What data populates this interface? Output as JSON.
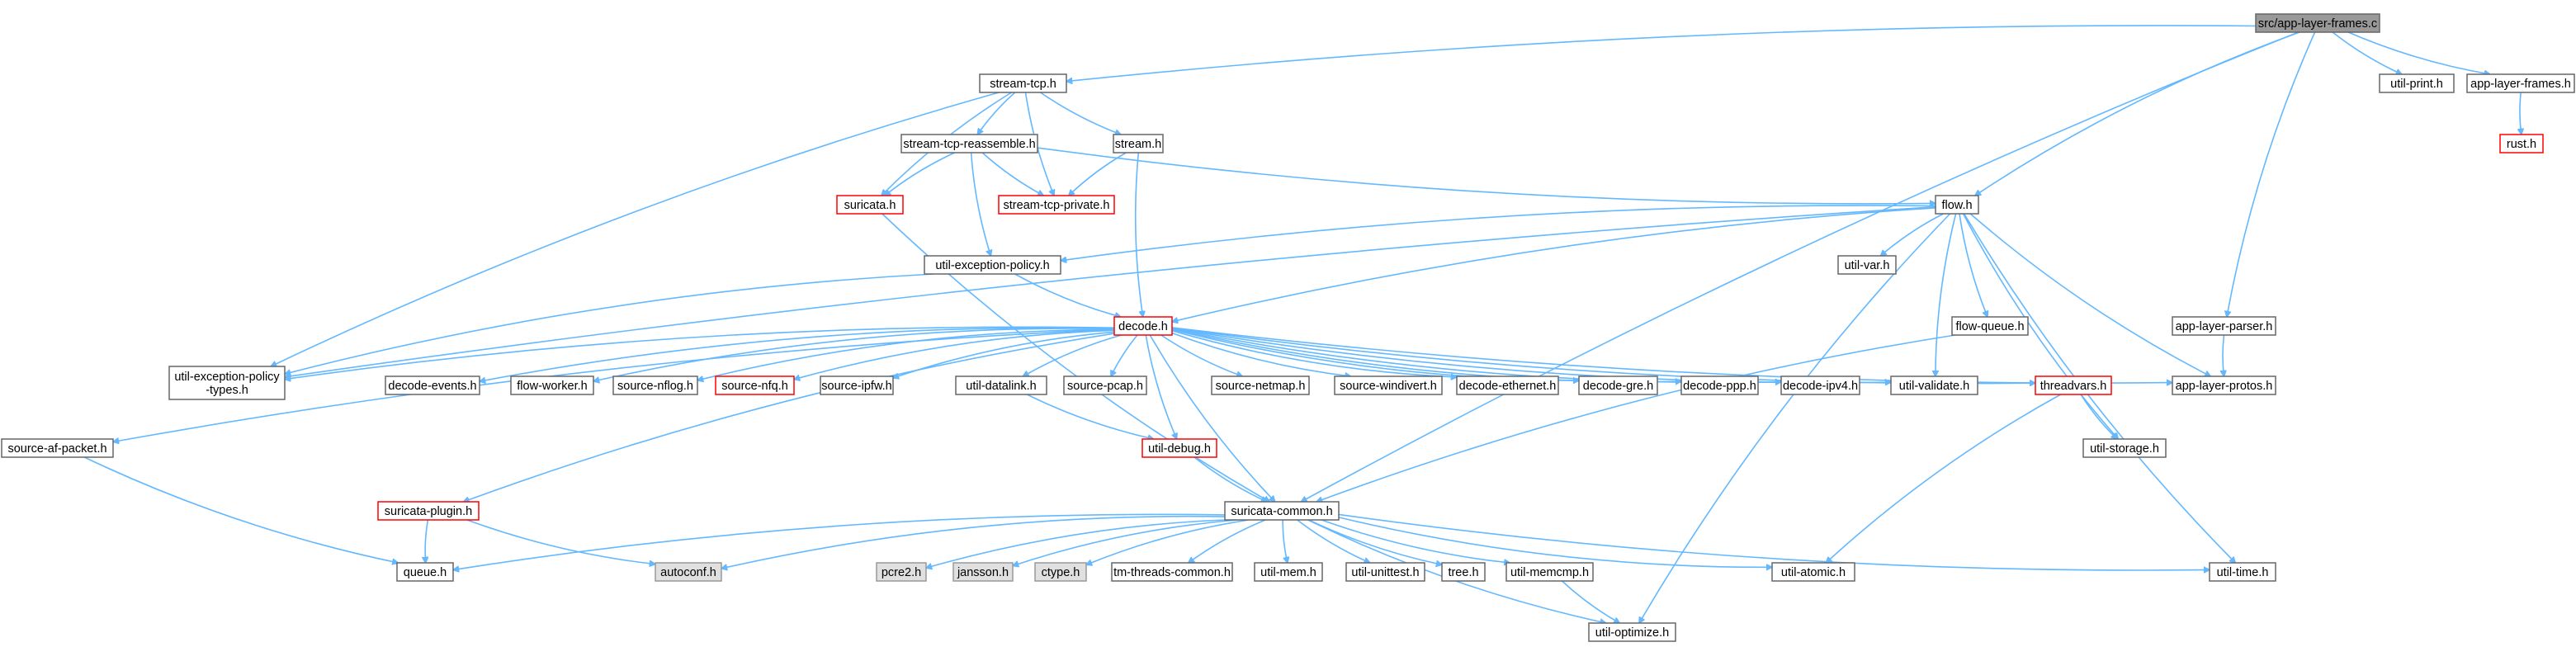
{
  "graph": {
    "root": "src/app-layer-frames.c",
    "nodes": [
      {
        "id": "root",
        "label": "src/app-layer-frames.c",
        "style": "root"
      },
      {
        "id": "stream_tcp",
        "label": "stream-tcp.h",
        "style": "normal"
      },
      {
        "id": "util_print",
        "label": "util-print.h",
        "style": "normal"
      },
      {
        "id": "app_layer_frames",
        "label": "app-layer-frames.h",
        "style": "normal"
      },
      {
        "id": "rust",
        "label": "rust.h",
        "style": "truncated"
      },
      {
        "id": "stream_tcp_reassemble",
        "label": "stream-tcp-reassemble.h",
        "style": "normal"
      },
      {
        "id": "stream",
        "label": "stream.h",
        "style": "normal"
      },
      {
        "id": "suricata",
        "label": "suricata.h",
        "style": "truncated"
      },
      {
        "id": "stream_tcp_private",
        "label": "stream-tcp-private.h",
        "style": "truncated"
      },
      {
        "id": "flow",
        "label": "flow.h",
        "style": "normal"
      },
      {
        "id": "util_exception_policy",
        "label": "util-exception-policy.h",
        "style": "normal"
      },
      {
        "id": "util_var",
        "label": "util-var.h",
        "style": "normal"
      },
      {
        "id": "decode",
        "label": "decode.h",
        "style": "truncated"
      },
      {
        "id": "flow_queue",
        "label": "flow-queue.h",
        "style": "normal"
      },
      {
        "id": "app_layer_parser",
        "label": "app-layer-parser.h",
        "style": "normal"
      },
      {
        "id": "util_exception_policy_types",
        "label": "util-exception-policy\n-types.h",
        "style": "normal"
      },
      {
        "id": "decode_events",
        "label": "decode-events.h",
        "style": "normal"
      },
      {
        "id": "flow_worker",
        "label": "flow-worker.h",
        "style": "normal"
      },
      {
        "id": "source_nflog",
        "label": "source-nflog.h",
        "style": "normal"
      },
      {
        "id": "source_nfq",
        "label": "source-nfq.h",
        "style": "truncated"
      },
      {
        "id": "source_ipfw",
        "label": "source-ipfw.h",
        "style": "normal"
      },
      {
        "id": "util_datalink",
        "label": "util-datalink.h",
        "style": "normal"
      },
      {
        "id": "source_pcap",
        "label": "source-pcap.h",
        "style": "normal"
      },
      {
        "id": "source_netmap",
        "label": "source-netmap.h",
        "style": "normal"
      },
      {
        "id": "source_windivert",
        "label": "source-windivert.h",
        "style": "normal"
      },
      {
        "id": "decode_ethernet",
        "label": "decode-ethernet.h",
        "style": "normal"
      },
      {
        "id": "decode_gre",
        "label": "decode-gre.h",
        "style": "normal"
      },
      {
        "id": "decode_ppp",
        "label": "decode-ppp.h",
        "style": "normal"
      },
      {
        "id": "decode_ipv4",
        "label": "decode-ipv4.h",
        "style": "normal"
      },
      {
        "id": "util_validate",
        "label": "util-validate.h",
        "style": "normal"
      },
      {
        "id": "threadvars",
        "label": "threadvars.h",
        "style": "truncated"
      },
      {
        "id": "app_layer_protos",
        "label": "app-layer-protos.h",
        "style": "normal"
      },
      {
        "id": "source_af_packet",
        "label": "source-af-packet.h",
        "style": "normal"
      },
      {
        "id": "util_debug",
        "label": "util-debug.h",
        "style": "truncated"
      },
      {
        "id": "util_storage",
        "label": "util-storage.h",
        "style": "normal"
      },
      {
        "id": "suricata_plugin",
        "label": "suricata-plugin.h",
        "style": "truncated"
      },
      {
        "id": "suricata_common",
        "label": "suricata-common.h",
        "style": "normal"
      },
      {
        "id": "queue",
        "label": "queue.h",
        "style": "normal"
      },
      {
        "id": "autoconf",
        "label": "autoconf.h",
        "style": "external"
      },
      {
        "id": "pcre2",
        "label": "pcre2.h",
        "style": "external"
      },
      {
        "id": "jansson",
        "label": "jansson.h",
        "style": "external"
      },
      {
        "id": "ctype",
        "label": "ctype.h",
        "style": "external"
      },
      {
        "id": "tm_threads_common",
        "label": "tm-threads-common.h",
        "style": "normal"
      },
      {
        "id": "util_mem",
        "label": "util-mem.h",
        "style": "normal"
      },
      {
        "id": "util_unittest",
        "label": "util-unittest.h",
        "style": "normal"
      },
      {
        "id": "tree",
        "label": "tree.h",
        "style": "normal"
      },
      {
        "id": "util_memcmp",
        "label": "util-memcmp.h",
        "style": "normal"
      },
      {
        "id": "util_atomic",
        "label": "util-atomic.h",
        "style": "normal"
      },
      {
        "id": "util_time",
        "label": "util-time.h",
        "style": "normal"
      },
      {
        "id": "util_optimize",
        "label": "util-optimize.h",
        "style": "normal"
      }
    ],
    "edges": [
      [
        "root",
        "stream_tcp"
      ],
      [
        "root",
        "util_print"
      ],
      [
        "root",
        "app_layer_frames"
      ],
      [
        "root",
        "flow"
      ],
      [
        "root",
        "app_layer_parser"
      ],
      [
        "root",
        "suricata_common"
      ],
      [
        "app_layer_frames",
        "rust"
      ],
      [
        "stream_tcp",
        "stream_tcp_reassemble"
      ],
      [
        "stream_tcp",
        "stream"
      ],
      [
        "stream_tcp",
        "suricata"
      ],
      [
        "stream_tcp",
        "stream_tcp_private"
      ],
      [
        "stream_tcp",
        "util_exception_policy_types"
      ],
      [
        "stream_tcp_reassemble",
        "suricata"
      ],
      [
        "stream_tcp_reassemble",
        "stream_tcp_private"
      ],
      [
        "stream_tcp_reassemble",
        "flow"
      ],
      [
        "stream_tcp_reassemble",
        "util_exception_policy"
      ],
      [
        "stream",
        "stream_tcp_private"
      ],
      [
        "stream",
        "decode"
      ],
      [
        "suricata",
        "suricata_common"
      ],
      [
        "flow",
        "util_exception_policy"
      ],
      [
        "flow",
        "util_var"
      ],
      [
        "flow",
        "decode"
      ],
      [
        "flow",
        "flow_queue"
      ],
      [
        "flow",
        "util_validate"
      ],
      [
        "flow",
        "app_layer_protos"
      ],
      [
        "flow",
        "util_storage"
      ],
      [
        "flow",
        "util_time"
      ],
      [
        "flow",
        "util_optimize"
      ],
      [
        "flow",
        "util_exception_policy_types"
      ],
      [
        "util_exception_policy",
        "decode"
      ],
      [
        "util_exception_policy",
        "util_exception_policy_types"
      ],
      [
        "decode",
        "util_exception_policy_types"
      ],
      [
        "decode",
        "decode_events"
      ],
      [
        "decode",
        "flow_worker"
      ],
      [
        "decode",
        "source_nflog"
      ],
      [
        "decode",
        "source_nfq"
      ],
      [
        "decode",
        "source_ipfw"
      ],
      [
        "decode",
        "util_datalink"
      ],
      [
        "decode",
        "source_pcap"
      ],
      [
        "decode",
        "source_netmap"
      ],
      [
        "decode",
        "source_windivert"
      ],
      [
        "decode",
        "decode_ethernet"
      ],
      [
        "decode",
        "decode_gre"
      ],
      [
        "decode",
        "decode_ppp"
      ],
      [
        "decode",
        "decode_ipv4"
      ],
      [
        "decode",
        "util_validate"
      ],
      [
        "decode",
        "threadvars"
      ],
      [
        "decode",
        "app_layer_protos"
      ],
      [
        "decode",
        "source_af_packet"
      ],
      [
        "decode",
        "util_debug"
      ],
      [
        "decode",
        "suricata_plugin"
      ],
      [
        "decode",
        "suricata_common"
      ],
      [
        "util_datalink",
        "util_debug"
      ],
      [
        "util_debug",
        "suricata_common"
      ],
      [
        "flow_queue",
        "suricata_common"
      ],
      [
        "app_layer_parser",
        "app_layer_protos"
      ],
      [
        "threadvars",
        "util_storage"
      ],
      [
        "threadvars",
        "util_atomic"
      ],
      [
        "source_af_packet",
        "queue"
      ],
      [
        "suricata_plugin",
        "queue"
      ],
      [
        "suricata_plugin",
        "autoconf"
      ],
      [
        "suricata_common",
        "queue"
      ],
      [
        "suricata_common",
        "autoconf"
      ],
      [
        "suricata_common",
        "pcre2"
      ],
      [
        "suricata_common",
        "jansson"
      ],
      [
        "suricata_common",
        "ctype"
      ],
      [
        "suricata_common",
        "tm_threads_common"
      ],
      [
        "suricata_common",
        "util_mem"
      ],
      [
        "suricata_common",
        "util_unittest"
      ],
      [
        "suricata_common",
        "tree"
      ],
      [
        "suricata_common",
        "util_memcmp"
      ],
      [
        "suricata_common",
        "util_atomic"
      ],
      [
        "suricata_common",
        "util_time"
      ],
      [
        "suricata_common",
        "util_optimize"
      ],
      [
        "util_memcmp",
        "util_optimize"
      ]
    ]
  },
  "colors": {
    "edge": "#63b8ff",
    "normal_fill": "#ffffff",
    "normal_stroke": "#666666",
    "root_fill": "#999999",
    "truncated_stroke": "#ff0000",
    "external_fill": "#e0e0e0",
    "external_stroke": "#999999"
  }
}
